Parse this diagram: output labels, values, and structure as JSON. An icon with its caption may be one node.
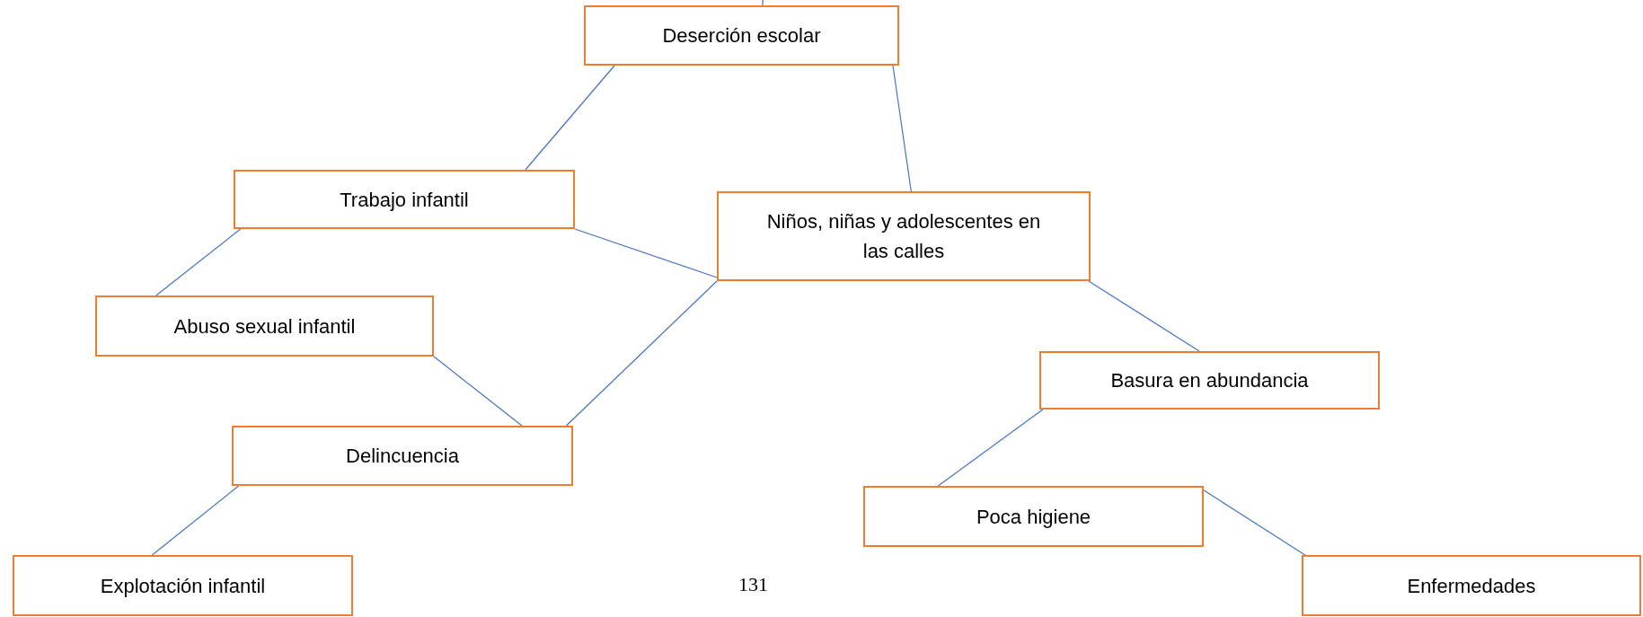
{
  "diagram": {
    "nodes": [
      {
        "text": [
          "Deserción escolar"
        ]
      },
      {
        "text": [
          "Trabajo infantil"
        ]
      },
      {
        "text": [
          "Niños, niñas y adolescentes en las calles"
        ]
      },
      {
        "text": [
          "Abuso sexual infantil"
        ]
      },
      {
        "text": [
          "Basura en abundancia"
        ]
      },
      {
        "text": [
          "Delincuencia"
        ]
      },
      {
        "text": [
          "Poca higiene"
        ]
      },
      {
        "text": [
          "Explotación infantil"
        ]
      },
      {
        "text": [
          "Enfermedades"
        ]
      }
    ],
    "edges": [
      {
        "from": null,
        "to": 0,
        "arrow": "none"
      },
      {
        "from": 0,
        "to": 1,
        "arrow": "none"
      },
      {
        "from": 0,
        "to": 2,
        "arrow": "none"
      },
      {
        "from": 1,
        "to": 3,
        "arrow": "none"
      },
      {
        "from": 1,
        "to": 2,
        "arrow": "none"
      },
      {
        "from": 2,
        "to": 5,
        "arrow": "none"
      },
      {
        "from": 2,
        "to": 4,
        "arrow": "none"
      },
      {
        "from": 3,
        "to": 5,
        "arrow": "none"
      },
      {
        "from": 5,
        "to": 7,
        "arrow": "none"
      },
      {
        "from": 4,
        "to": 6,
        "arrow": "none"
      },
      {
        "from": 6,
        "to": 8,
        "arrow": "none"
      }
    ],
    "labels": [
      "131"
    ]
  }
}
